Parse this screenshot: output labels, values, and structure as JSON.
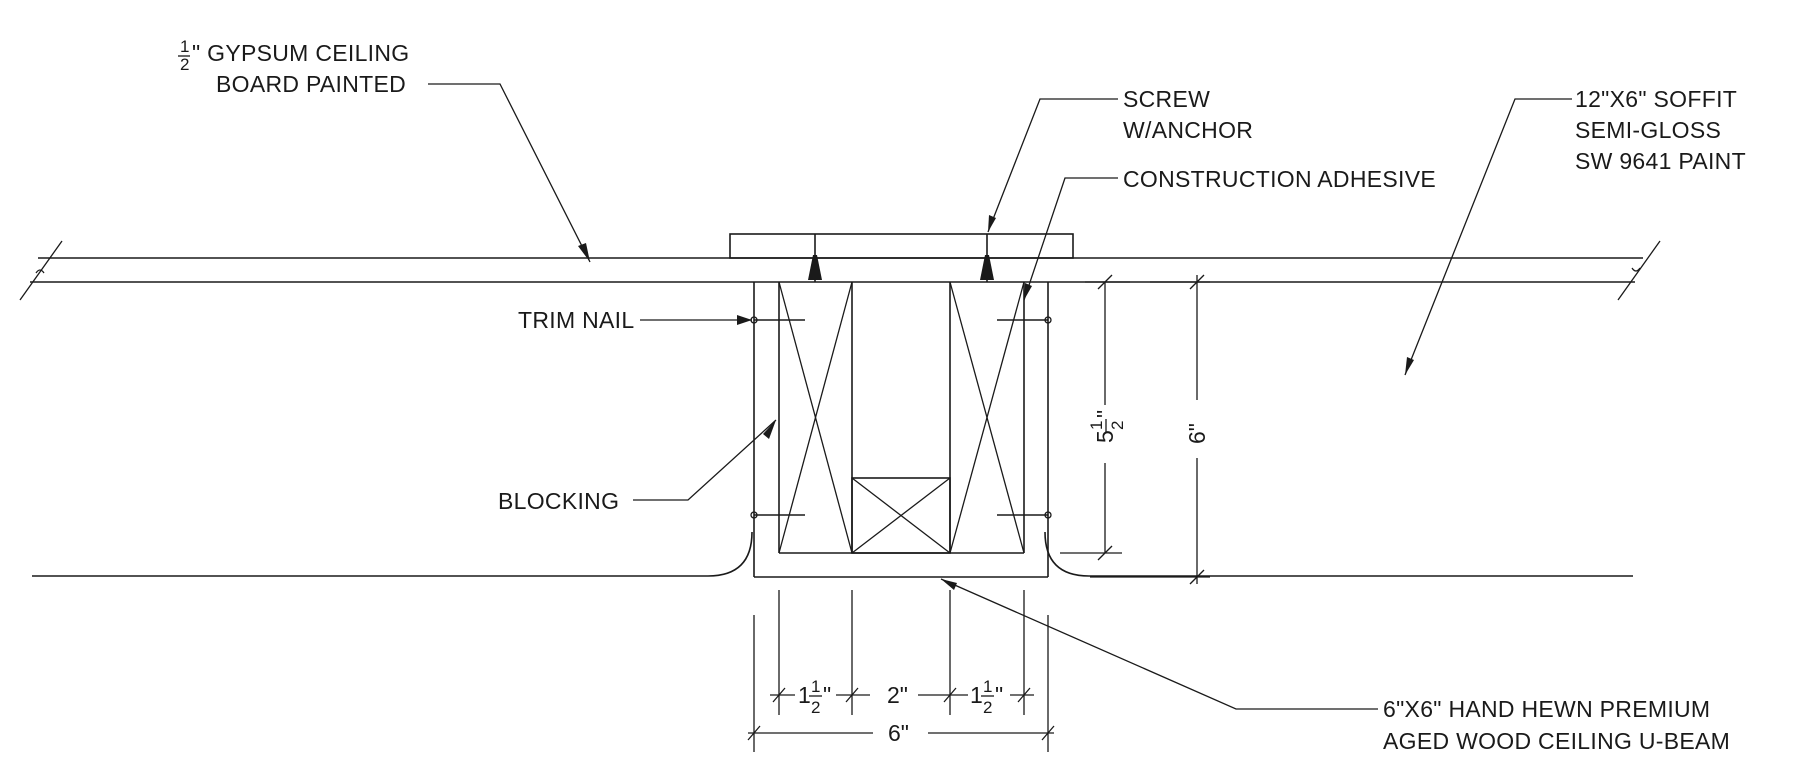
{
  "labels": {
    "gypsum_frac": "1/2",
    "gypsum_line1": "\" GYPSUM CEILING",
    "gypsum_line2": "BOARD PAINTED",
    "screw_line1": "SCREW",
    "screw_line2": "W/ANCHOR",
    "adhesive": "CONSTRUCTION ADHESIVE",
    "soffit_line1": "12\"X6\" SOFFIT",
    "soffit_line2": "SEMI-GLOSS",
    "soffit_line3": "SW 9641 PAINT",
    "trim_nail": "TRIM NAIL",
    "blocking": "BLOCKING",
    "beam_line1": "6\"X6\" HAND HEWN PREMIUM",
    "beam_line2": "AGED WOOD CEILING U-BEAM"
  },
  "dimensions": {
    "left_block_whole": "1",
    "left_block_num": "1",
    "left_block_den": "2",
    "left_block_unit": "\"",
    "center": "2\"",
    "right_block_whole": "1",
    "right_block_num": "1",
    "right_block_den": "2",
    "right_block_unit": "\"",
    "overall_width": "6\"",
    "inner_height_whole": "5",
    "inner_height_num": "1",
    "inner_height_den": "2",
    "inner_height_unit": "\"",
    "overall_height": "6\""
  }
}
